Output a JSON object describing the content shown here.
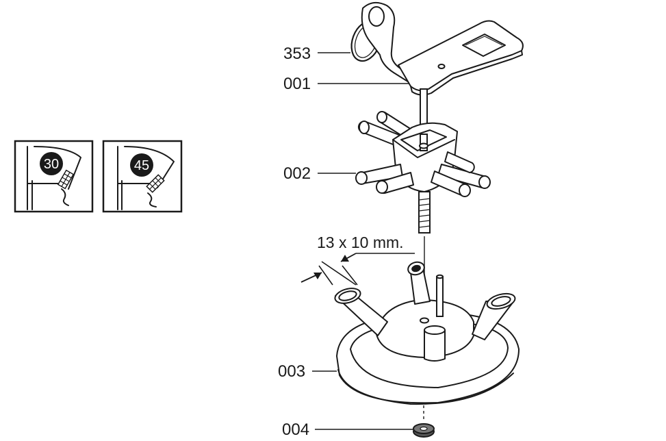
{
  "angle_options": [
    {
      "label": "30"
    },
    {
      "label": "45"
    }
  ],
  "parts": {
    "p353": "353",
    "p001": "001",
    "p002": "002",
    "p003": "003",
    "p004": "004"
  },
  "dimension": {
    "label": "13 x 10 mm."
  }
}
